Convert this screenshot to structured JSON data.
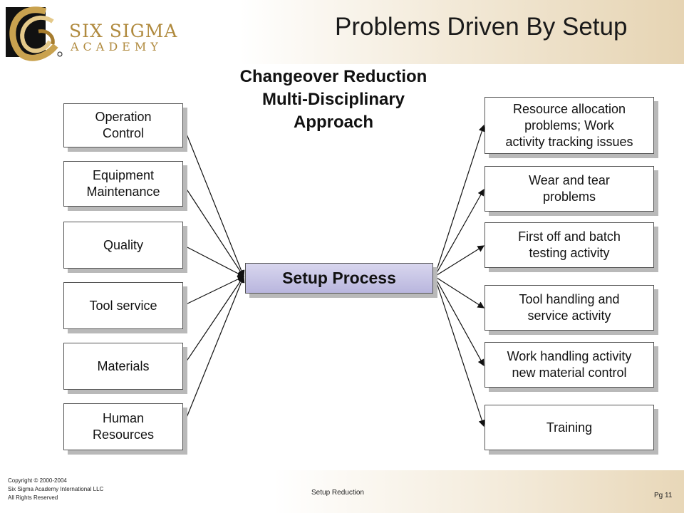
{
  "header": {
    "logo_line1": "SIX SIGMA",
    "logo_line2": "ACADEMY",
    "title": "Problems Driven By Setup"
  },
  "diagram": {
    "title_lines": [
      "Changeover Reduction",
      "Multi-Disciplinary",
      "Approach"
    ],
    "center": "Setup Process",
    "left_boxes": [
      {
        "line1": "Operation",
        "line2": "Control"
      },
      {
        "line1": "Equipment",
        "line2": "Maintenance"
      },
      {
        "line1": "Quality",
        "line2": ""
      },
      {
        "line1": "Tool service",
        "line2": ""
      },
      {
        "line1": "Materials",
        "line2": ""
      },
      {
        "line1": "Human",
        "line2": "Resources"
      }
    ],
    "right_boxes": [
      {
        "line1": "Resource allocation",
        "line2": "problems; Work",
        "line3": "activity tracking issues"
      },
      {
        "line1": "Wear and tear",
        "line2": "problems",
        "line3": ""
      },
      {
        "line1": "First off and batch",
        "line2": "testing activity",
        "line3": ""
      },
      {
        "line1": "Tool handling and",
        "line2": "service activity",
        "line3": ""
      },
      {
        "line1": "Work handling activity",
        "line2": "new material control",
        "line3": ""
      },
      {
        "line1": "Training",
        "line2": "",
        "line3": ""
      }
    ]
  },
  "footer": {
    "copyright_lines": [
      "Copyright © 2000-2004",
      "Six Sigma Academy International LLC",
      "All Rights Reserved"
    ],
    "section": "Setup Reduction",
    "page": "Pg 11"
  },
  "colors": {
    "gold": "#b08a3e",
    "center_fill": "#c7c4e6"
  }
}
